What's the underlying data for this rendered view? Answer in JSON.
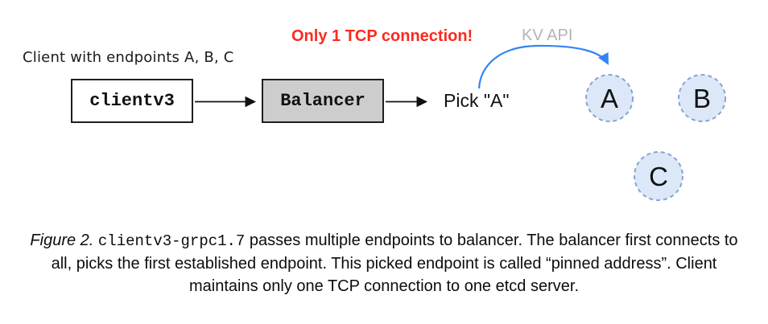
{
  "diagram": {
    "client_label": "Client with endpoints A, B, C",
    "tcp_annotation": "Only 1 TCP connection!",
    "kv_annotation": "KV API",
    "pick_label": "Pick \"A\"",
    "boxes": [
      {
        "label": "clientv3"
      },
      {
        "label": "Balancer"
      }
    ],
    "nodes": [
      {
        "label": "A"
      },
      {
        "label": "B"
      },
      {
        "label": "C"
      }
    ],
    "colors": {
      "annotation_red": "#fa2a20",
      "annotation_gray": "#b4b4b8",
      "blue_arrow": "#3385f3",
      "endpoint_fill": "#dce8f8",
      "endpoint_border": "#88a3cf",
      "balancer_fill": "#cdcdcd",
      "box_border": "#1f1f1f",
      "arrow_black": "#111111"
    }
  },
  "caption": {
    "figure_label": "Figure 2. ",
    "code": "clientv3-grpc1.7",
    "text": " passes multiple endpoints to balancer. The balancer first connects to all, picks the first established endpoint. This picked endpoint is called “pinned address”. Client maintains only one TCP connection to one etcd server."
  }
}
